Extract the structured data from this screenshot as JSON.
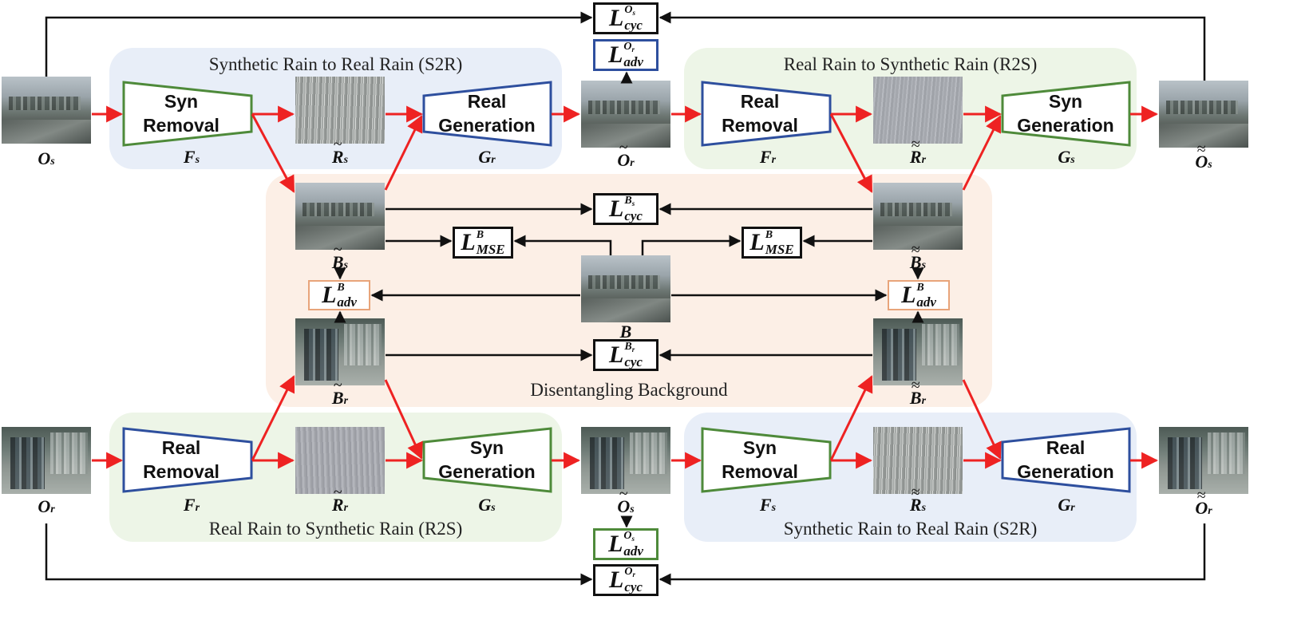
{
  "colors": {
    "red_arrow": "#ee2222",
    "synthetic_green": "#4e8a3a",
    "real_blue": "#2e4f9e",
    "adv_orange": "#e8a47a",
    "bg_blue": "#e8eef8",
    "bg_green": "#edf5e7",
    "bg_orange": "#fcefe6"
  },
  "groups": {
    "s2r_top": "Synthetic Rain to Real Rain (S2R)",
    "r2s_top": "Real Rain to Synthetic Rain (R2S)",
    "disentangle": "Disentangling Background",
    "r2s_bottom": "Real Rain to Synthetic Rain (R2S)",
    "s2r_bottom": "Synthetic Rain to Real Rain (S2R)"
  },
  "modules": {
    "syn_removal": [
      "Syn",
      "Removal"
    ],
    "real_generation": [
      "Real",
      "Generation"
    ],
    "real_removal": [
      "Real",
      "Removal"
    ],
    "syn_generation": [
      "Syn",
      "Generation"
    ]
  },
  "variables": {
    "Os": {
      "base": "O",
      "sub": "s"
    },
    "Fs": {
      "base": "F",
      "sub": "s"
    },
    "Rs_tilde": {
      "base": "R",
      "sub": "s",
      "tilde": "~"
    },
    "Gr": {
      "base": "G",
      "sub": "r"
    },
    "Or_tilde": {
      "base": "O",
      "sub": "r",
      "tilde": "~"
    },
    "Fr": {
      "base": "F",
      "sub": "r"
    },
    "Rr_dtilde": {
      "base": "R",
      "sub": "r",
      "tilde": "≈"
    },
    "Gs": {
      "base": "G",
      "sub": "s"
    },
    "Os_dtilde": {
      "base": "O",
      "sub": "s",
      "tilde": "≈"
    },
    "Bs_tilde": {
      "base": "B",
      "sub": "s",
      "tilde": "~"
    },
    "Bs_dtilde": {
      "base": "B",
      "sub": "s",
      "tilde": "≈"
    },
    "B": {
      "base": "B",
      "sub": ""
    },
    "Br_tilde": {
      "base": "B",
      "sub": "r",
      "tilde": "~"
    },
    "Br_dtilde": {
      "base": "B",
      "sub": "r",
      "tilde": "≈"
    },
    "Or": {
      "base": "O",
      "sub": "r"
    },
    "Rr_tilde": {
      "base": "R",
      "sub": "r",
      "tilde": "~"
    },
    "Os_tilde": {
      "base": "O",
      "sub": "s",
      "tilde": "~"
    },
    "Rs_dtilde": {
      "base": "R",
      "sub": "s",
      "tilde": "≈"
    },
    "Or_dtilde": {
      "base": "O",
      "sub": "r",
      "tilde": "≈"
    }
  },
  "losses": {
    "cyc_Os": {
      "L": "L",
      "sup": "O",
      "sup2": "s",
      "sub": "cyc"
    },
    "adv_Or": {
      "L": "L",
      "sup": "O",
      "sup2": "r",
      "sub": "adv"
    },
    "cyc_Bs": {
      "L": "L",
      "sup": "B",
      "sup2": "s",
      "sub": "cyc"
    },
    "mse_B_left": {
      "L": "L",
      "sup": "B",
      "sup2": "",
      "sub": "MSE"
    },
    "mse_B_right": {
      "L": "L",
      "sup": "B",
      "sup2": "",
      "sub": "MSE"
    },
    "adv_B_left": {
      "L": "L",
      "sup": "B",
      "sup2": "",
      "sub": "adv"
    },
    "adv_B_right": {
      "L": "L",
      "sup": "B",
      "sup2": "",
      "sub": "adv"
    },
    "cyc_Br": {
      "L": "L",
      "sup": "B",
      "sup2": "r",
      "sub": "cyc"
    },
    "adv_Os": {
      "L": "L",
      "sup": "O",
      "sup2": "s",
      "sub": "adv"
    },
    "cyc_Or": {
      "L": "L",
      "sup": "O",
      "sup2": "r",
      "sub": "cyc"
    }
  }
}
